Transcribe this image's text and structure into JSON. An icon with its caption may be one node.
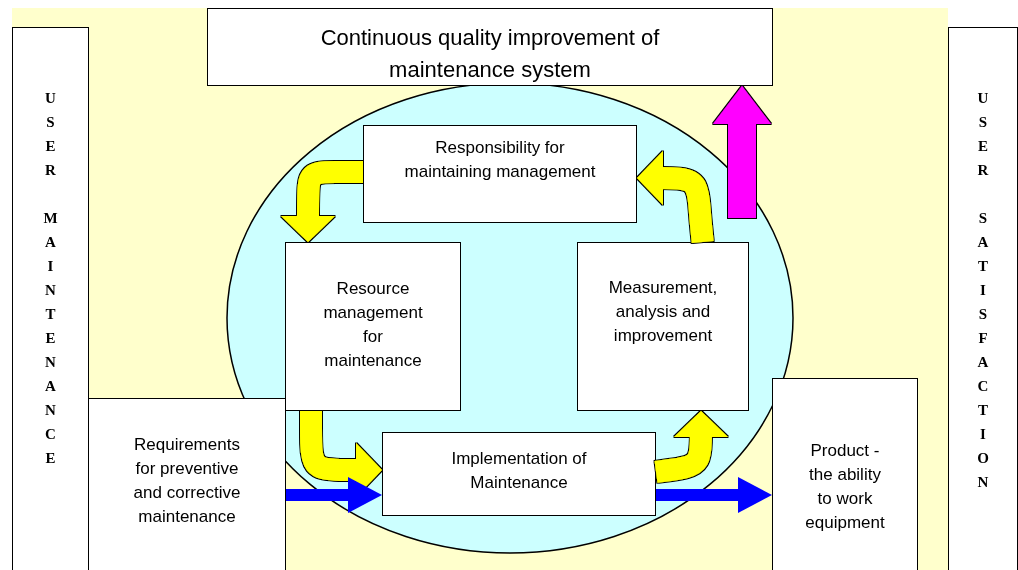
{
  "diagram": {
    "nodes": [
      {
        "text": [
          "USER MAINTENANCE"
        ]
      },
      {
        "text": [
          "Continuous quality improvement of maintenance system"
        ]
      },
      {
        "text": [
          "USER SATISFACTION"
        ]
      },
      {
        "text": [
          "Responsibility for maintaining management"
        ]
      },
      {
        "text": [
          "Resource management for maintenance"
        ]
      },
      {
        "text": [
          "Measurement, analysis and improvement"
        ]
      },
      {
        "text": [
          "Requirements for preventive and corrective maintenance"
        ]
      },
      {
        "text": [
          "Implementation of Maintenance"
        ]
      },
      {
        "text": [
          "Product - the ability to work equipment"
        ]
      }
    ],
    "edges": [
      {
        "from": 3,
        "to": 4,
        "arrow": "to"
      },
      {
        "from": 4,
        "to": 7,
        "arrow": "to"
      },
      {
        "from": 7,
        "to": 5,
        "arrow": "to"
      },
      {
        "from": 5,
        "to": 3,
        "arrow": "to"
      },
      {
        "from": 6,
        "to": 7,
        "arrow": "to",
        "color": "#0000ff"
      },
      {
        "from": 7,
        "to": 8,
        "arrow": "to",
        "color": "#0000ff"
      },
      {
        "from": null,
        "to": 1,
        "arrow": "to",
        "color": "#ff00ff"
      }
    ]
  }
}
